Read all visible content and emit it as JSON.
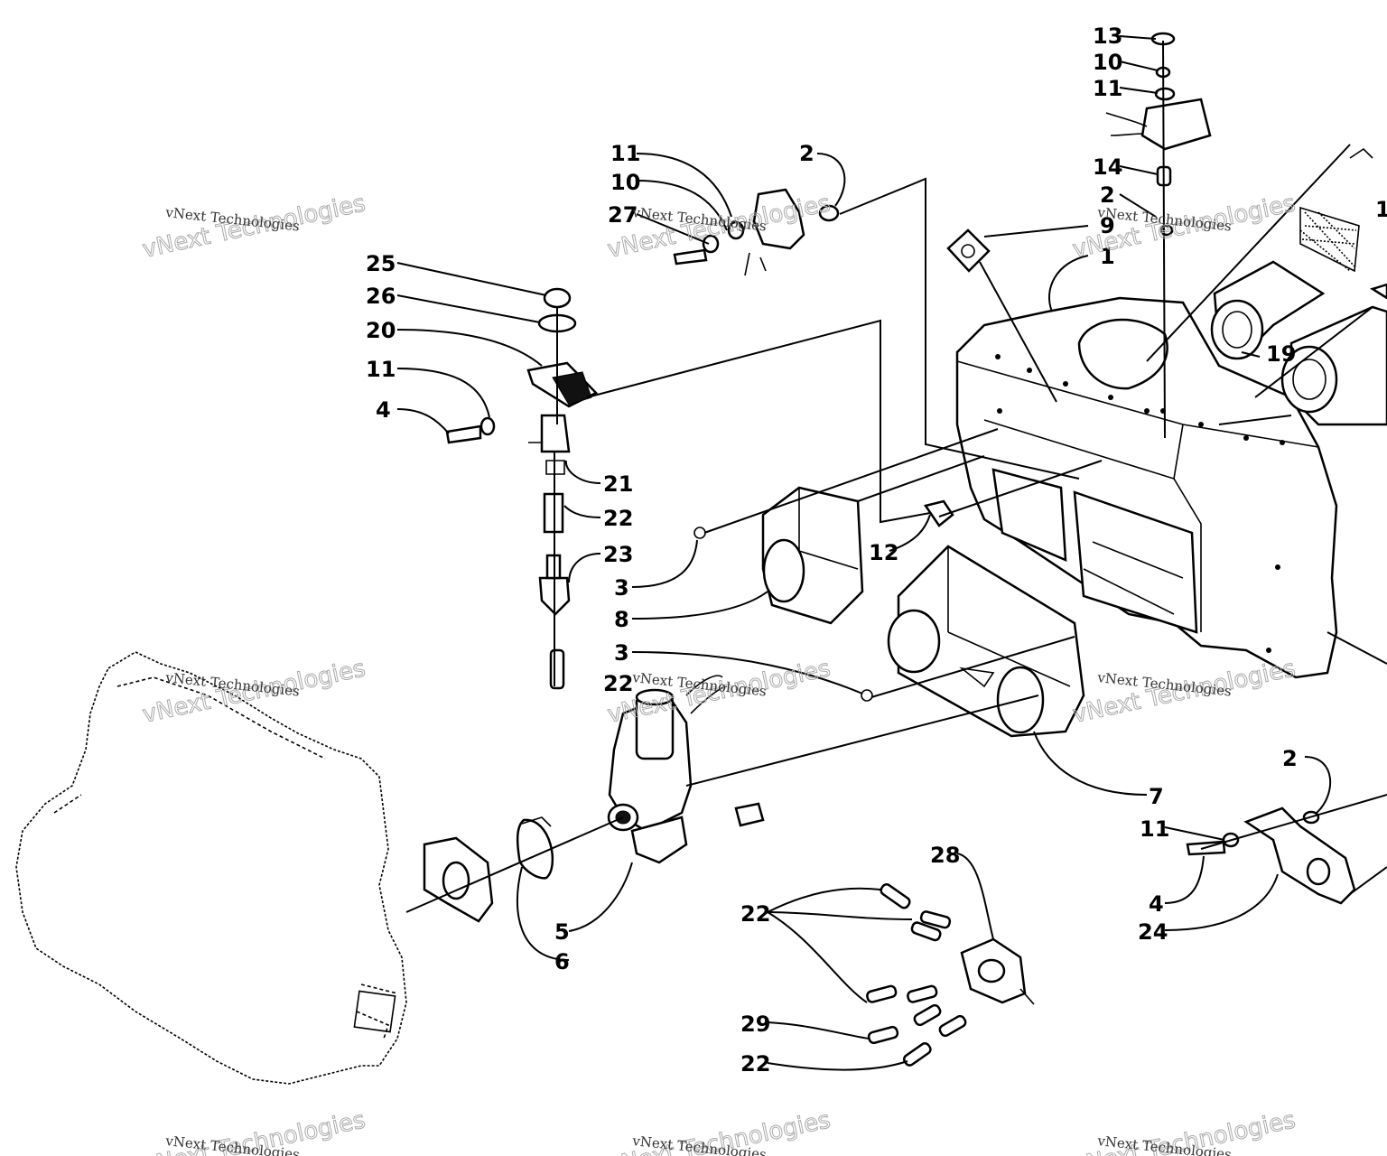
{
  "callouts": [
    {
      "label": "13"
    },
    {
      "label": "10"
    },
    {
      "label": "11"
    },
    {
      "label": "14"
    },
    {
      "label": "2"
    },
    {
      "label": "9"
    },
    {
      "label": "1"
    },
    {
      "label": "1"
    },
    {
      "label": "19"
    },
    {
      "label": "11"
    },
    {
      "label": "10"
    },
    {
      "label": "27"
    },
    {
      "label": "2"
    },
    {
      "label": "25"
    },
    {
      "label": "26"
    },
    {
      "label": "20"
    },
    {
      "label": "11"
    },
    {
      "label": "4"
    },
    {
      "label": "21"
    },
    {
      "label": "22"
    },
    {
      "label": "23"
    },
    {
      "label": "3"
    },
    {
      "label": "8"
    },
    {
      "label": "12"
    },
    {
      "label": "3"
    },
    {
      "label": "22"
    },
    {
      "label": "7"
    },
    {
      "label": "5"
    },
    {
      "label": "6"
    },
    {
      "label": "2"
    },
    {
      "label": "11"
    },
    {
      "label": "4"
    },
    {
      "label": "24"
    },
    {
      "label": "28"
    },
    {
      "label": "22"
    },
    {
      "label": "29"
    },
    {
      "label": "22"
    }
  ],
  "watermarks": [
    {
      "text": "vNext Technologies"
    },
    {
      "text": "vNext Technologies"
    },
    {
      "text": "vNext Technologies"
    },
    {
      "text": "vNext Technologies"
    },
    {
      "text": "vNext Technologies"
    },
    {
      "text": "vNext Technologies"
    },
    {
      "text": "vNext Technologies"
    },
    {
      "text": "vNext Technologies"
    },
    {
      "text": "vNext Technologies"
    }
  ]
}
